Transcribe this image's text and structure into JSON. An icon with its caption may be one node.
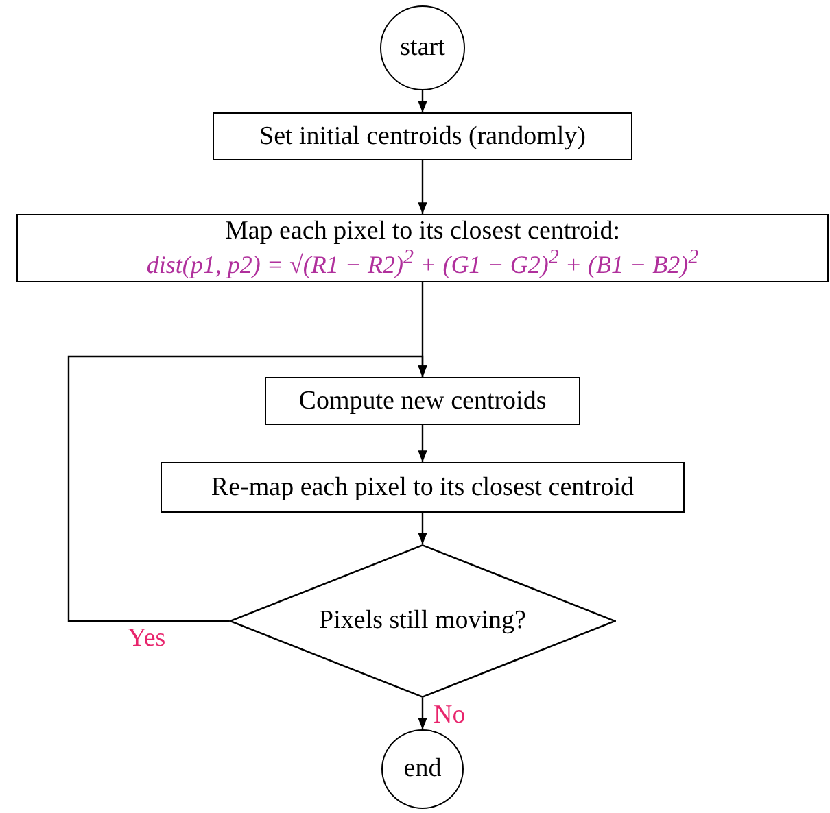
{
  "diagram": {
    "nodes": [
      {
        "text": [
          "start"
        ]
      },
      {
        "text": [
          "Set initial centroids (randomly)"
        ]
      },
      {
        "text": [
          "Map each pixel to its closest centroid:",
          "dist(p1, p2) = √(R1 − R2)$^{2}$ + (G1 − G2)$^{2}$ + (B1 − B2)$^{2}$"
        ]
      },
      {
        "text": [
          "Compute new centroids"
        ]
      },
      {
        "text": [
          "Re-map each pixel to its closest centroid"
        ]
      },
      {
        "text": [
          "Pixels still moving?"
        ]
      },
      {
        "text": [
          "end"
        ]
      }
    ],
    "edges": [
      {
        "from": 0,
        "to": 1,
        "arrow": "to"
      },
      {
        "from": 1,
        "to": 2,
        "arrow": "to"
      },
      {
        "from": 2,
        "to": 3,
        "arrow": "to"
      },
      {
        "from": 3,
        "to": 4,
        "arrow": "to"
      },
      {
        "from": 4,
        "to": 5,
        "arrow": "to"
      },
      {
        "from": 5,
        "to": 3,
        "arrow": "to",
        "label": "Yes"
      },
      {
        "from": 5,
        "to": 6,
        "arrow": "to",
        "label": "No"
      }
    ]
  }
}
